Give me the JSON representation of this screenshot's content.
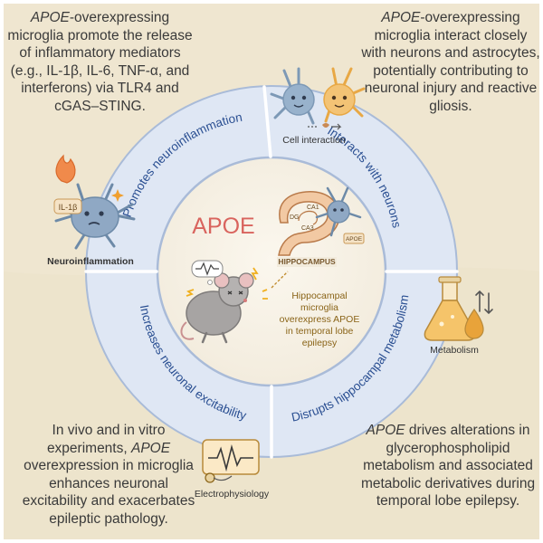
{
  "corners": {
    "top_left": {
      "gene": "APOE",
      "text": "-overexpressing microglia promote the release of inflammatory mediators (e.g., IL-1β, IL-6, TNF-α, and interferons) via TLR4 and cGAS–STING."
    },
    "top_right": {
      "gene": "APOE",
      "text": "-overexpressing microglia interact closely with neurons and astrocytes, potentially contributing to neuronal injury and reactive gliosis."
    },
    "bottom_left": {
      "text_before": "In vivo and in vitro experiments, ",
      "gene": "APOE",
      "text_after": " overexpression in microglia enhances neuronal excitability and exacerbates epileptic pathology."
    },
    "bottom_right": {
      "gene": "APOE",
      "text": " drives alterations in glycerophospholipid metabolism and associated metabolic derivatives during temporal lobe epilepsy."
    }
  },
  "ring": {
    "arc_top_left": "Promotes neuroinflammation",
    "arc_top_right": "Interacts with neurons",
    "arc_bottom_left": "Increases neuronal excitability",
    "arc_bottom_right": "Disrupts hippocampal metabolism"
  },
  "icons": {
    "neuroinflammation": {
      "label": "Neuroinflammation",
      "badge": "IL-1β"
    },
    "cell_interaction": {
      "label": "Cell interaction"
    },
    "metabolism": {
      "label": "Metabolism"
    },
    "electrophysiology": {
      "label": "Electrophysiology"
    }
  },
  "center": {
    "title": "APOE",
    "hippocampus_label": "HIPPOCAMPUS",
    "ca1": "CA1",
    "ca3": "CA3",
    "dg": "DG",
    "apoe_tag": "APOE",
    "caption": [
      "Hippocampal",
      "microglia",
      "overexpress APOE",
      "in temporal lobe",
      "epilepsy"
    ]
  },
  "colors": {
    "background": "#efe6d0",
    "ring": "#dfe7f4",
    "ring_border": "#a9bbd8",
    "arc_text": "#2a4f92",
    "title": "#d9645e",
    "caption": "#8a6418",
    "body_text": "#3a3a3a"
  }
}
